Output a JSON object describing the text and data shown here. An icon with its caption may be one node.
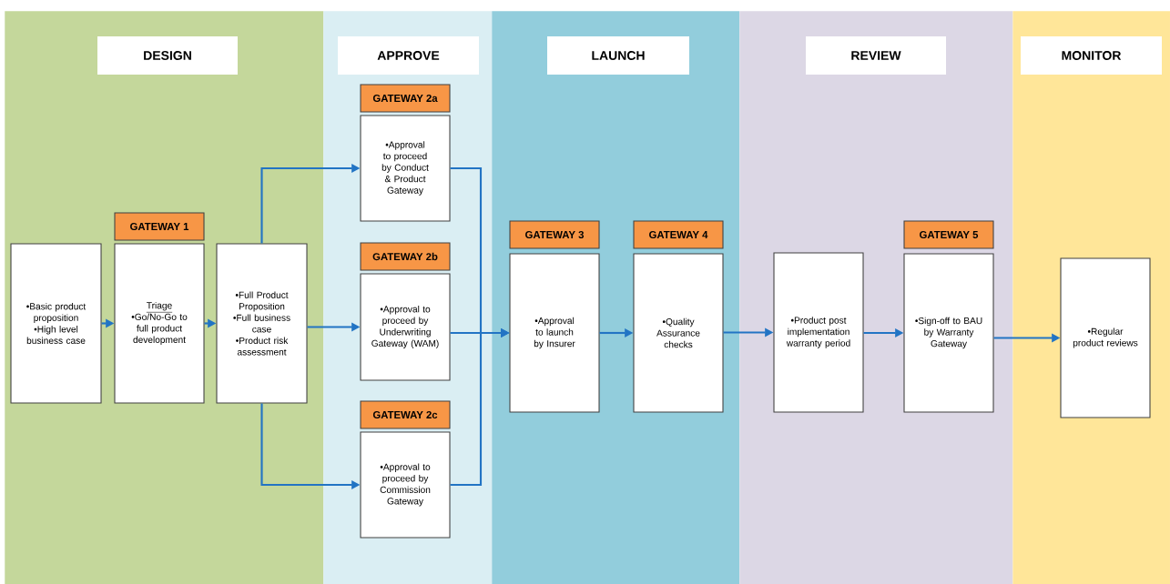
{
  "diagram": {
    "nodes": [
      {
        "text": [
          "DESIGN"
        ]
      },
      {
        "text": [
          "APPROVE"
        ]
      },
      {
        "text": [
          "LAUNCH"
        ]
      },
      {
        "text": [
          "REVIEW"
        ]
      },
      {
        "text": [
          "MONITOR"
        ]
      },
      {
        "text": [
          "•Basic product proposition",
          "•High level business case"
        ],
        "in": 0
      },
      {
        "text": [
          "GATEWAY 1"
        ],
        "in": 0
      },
      {
        "text": [
          "Triage",
          "•Go/No-Go to full product development"
        ],
        "in": 0
      },
      {
        "text": [
          "•Full Product Proposition",
          "•Full business case",
          "•Product risk assessment"
        ],
        "in": 0
      },
      {
        "text": [
          "GATEWAY 2a"
        ],
        "in": 1
      },
      {
        "text": [
          "•Approval to proceed by Conduct & Product Gateway"
        ],
        "in": 1
      },
      {
        "text": [
          "GATEWAY 2b"
        ],
        "in": 1
      },
      {
        "text": [
          "•Approval to proceed by Underwriting Gateway (WAM)"
        ],
        "in": 1
      },
      {
        "text": [
          "GATEWAY 2c"
        ],
        "in": 1
      },
      {
        "text": [
          "•Approval to proceed by Commission Gateway"
        ],
        "in": 1
      },
      {
        "text": [
          "GATEWAY 3"
        ],
        "in": 2
      },
      {
        "text": [
          "•Approval to launch by Insurer"
        ],
        "in": 2
      },
      {
        "text": [
          "GATEWAY 4"
        ],
        "in": 2
      },
      {
        "text": [
          "•Quality Assurance checks"
        ],
        "in": 2
      },
      {
        "text": [
          "•Product post implementation warranty period"
        ],
        "in": 3
      },
      {
        "text": [
          "GATEWAY 5"
        ],
        "in": 3
      },
      {
        "text": [
          "•Sign-off to BAU by Warranty Gateway"
        ],
        "in": 3
      },
      {
        "text": [
          "•Regular product reviews"
        ],
        "in": 4
      }
    ],
    "edges": [
      {
        "from": 5,
        "to": 7,
        "arrow": "to"
      },
      {
        "from": 7,
        "to": 8,
        "arrow": "to"
      },
      {
        "from": 8,
        "to": 10,
        "arrow": "to"
      },
      {
        "from": 8,
        "to": 12,
        "arrow": "to"
      },
      {
        "from": 8,
        "to": 14,
        "arrow": "to"
      },
      {
        "from": 10,
        "to": 16,
        "arrow": "to"
      },
      {
        "from": 12,
        "to": 16,
        "arrow": "to"
      },
      {
        "from": 14,
        "to": 16,
        "arrow": "to"
      },
      {
        "from": 16,
        "to": 18,
        "arrow": "to"
      },
      {
        "from": 18,
        "to": 19,
        "arrow": "to"
      },
      {
        "from": 19,
        "to": 21,
        "arrow": "to"
      },
      {
        "from": 21,
        "to": 22,
        "arrow": "to"
      }
    ]
  }
}
